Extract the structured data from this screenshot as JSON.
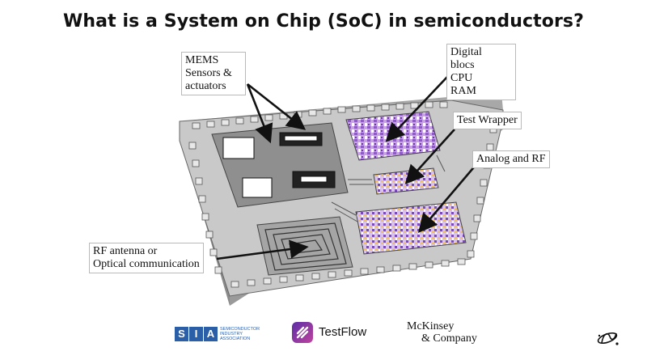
{
  "title": "What is a System on Chip (SoC) in semiconductors?",
  "labels": {
    "mems": [
      "MEMS",
      "Sensors &",
      "actuators"
    ],
    "digital": [
      "Digital",
      "blocs",
      "CPU",
      "RAM"
    ],
    "test_wrapper": "Test Wrapper",
    "analog": "Analog and RF",
    "rf": [
      "RF antenna or",
      "Optical communication"
    ]
  },
  "logos": {
    "sia": {
      "letters": [
        "S",
        "I",
        "A"
      ],
      "text": [
        "SEMICONDUCTOR",
        "INDUSTRY",
        "ASSOCIATION"
      ],
      "color": "#2a5fa8"
    },
    "testflow": {
      "name": "TestFlow",
      "icon": "testflow-logo-icon"
    },
    "mckinsey": [
      "McKinsey",
      "& Company"
    ]
  },
  "brand_icon": "atom-signature-icon",
  "colors": {
    "chip_top": "#c9c9c9",
    "chip_side": "#9c9c9c",
    "block": "#8f8f8f",
    "digital": "#b88ad6",
    "arrow": "#111111"
  }
}
